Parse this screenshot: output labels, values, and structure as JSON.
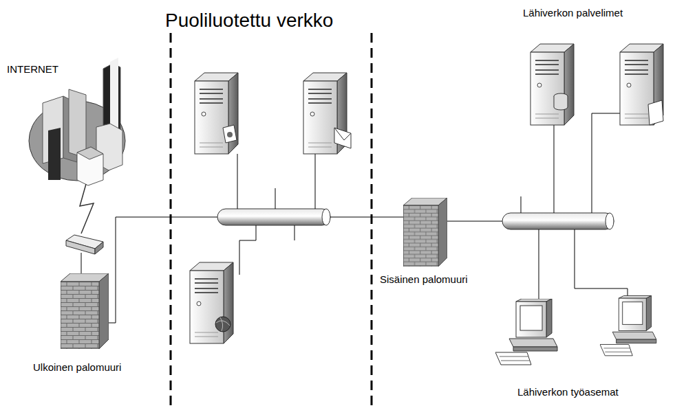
{
  "diagram": {
    "labels": [
      "Puoliluotettu verkko",
      "INTERNET",
      "Ulkoinen palomuuri",
      "Lähiverkon palvelimet",
      "Sisäinen palomuuri",
      "Lähiverkon työasemat"
    ]
  }
}
